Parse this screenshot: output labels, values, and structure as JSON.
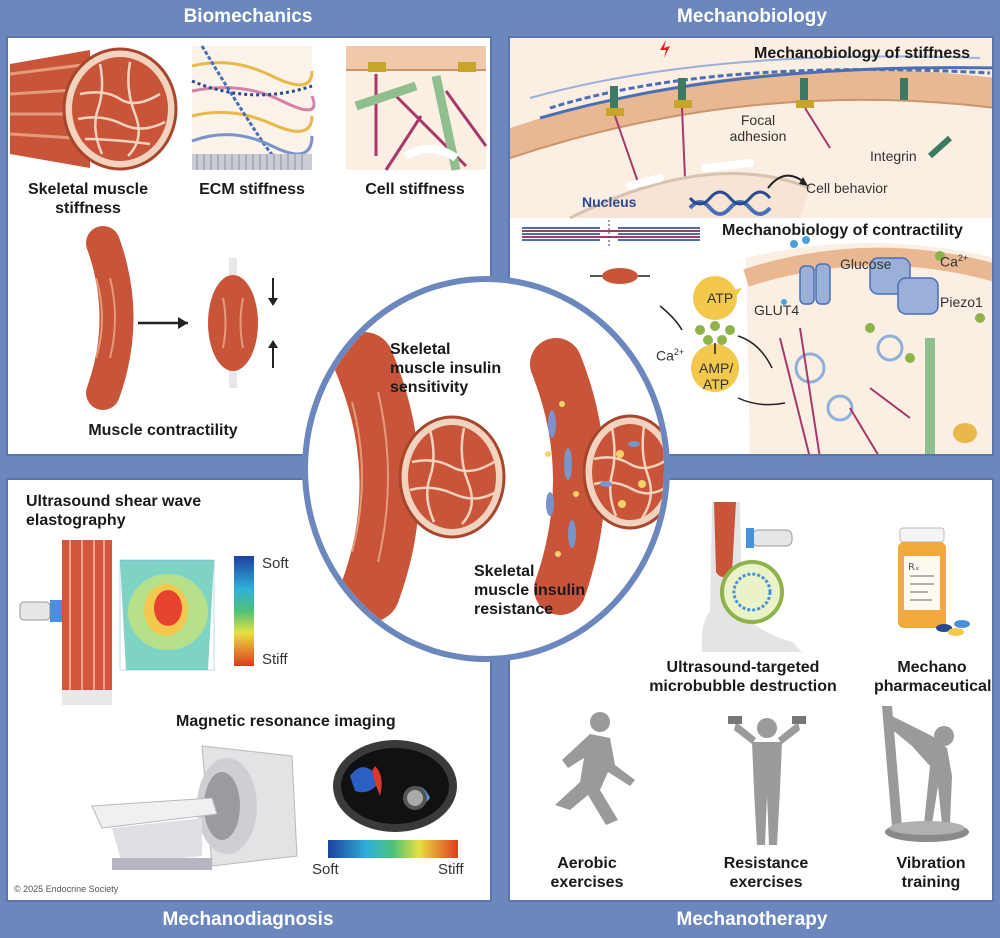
{
  "headers": {
    "biomechanics": "Biomechanics",
    "mechanobiology": "Mechanobiology",
    "mechanodiagnosis": "Mechanodiagnosis",
    "mechanotherapy": "Mechanotherapy"
  },
  "biomechanics": {
    "skeletal_stiffness": "Skeletal muscle stiffness",
    "ecm_stiffness": "ECM stiffness",
    "cell_stiffness": "Cell stiffness",
    "muscle_contractility": "Muscle contractility"
  },
  "mechanobiology": {
    "stiffness_title": "Mechanobiology of stiffness",
    "focal_adhesion": "Focal adhesion",
    "integrin": "Integrin",
    "nucleus": "Nucleus",
    "cell_behavior": "Cell behavior",
    "contractility_title": "Mechanobiology of contractility",
    "glucose": "Glucose",
    "ca": "Ca",
    "ca_sup": "2+",
    "piezo1": "Piezo1",
    "glut4": "GLUT4",
    "atp": "ATP",
    "amp_atp_top": "AMP/",
    "amp_atp_bottom": "ATP"
  },
  "center": {
    "sensitivity": "Skeletal muscle insulin sensitivity",
    "resistance": "Skeletal muscle insulin resistance"
  },
  "mechanodiagnosis": {
    "swe_title": "Ultrasound shear wave elastography",
    "soft": "Soft",
    "stiff": "Stiff",
    "mri_title": "Magnetic resonance imaging",
    "mri_soft": "Soft",
    "mri_stiff": "Stiff",
    "copyright": "© 2025 Endocrine Society"
  },
  "mechanotherapy": {
    "utmd": "Ultrasound-targeted microbubble destruction",
    "pharma": "Mechano pharmaceuticals",
    "aerobic": "Aerobic exercises",
    "resistance": "Resistance exercises",
    "vibration": "Vibration training"
  },
  "colors": {
    "frame": "#6b87bd",
    "muscle": "#c8553a",
    "muscle_light": "#e59a79",
    "membrane": "#d89a72",
    "ecm_blue": "#4a6fb5",
    "silhouette": "#9a9a9a"
  }
}
